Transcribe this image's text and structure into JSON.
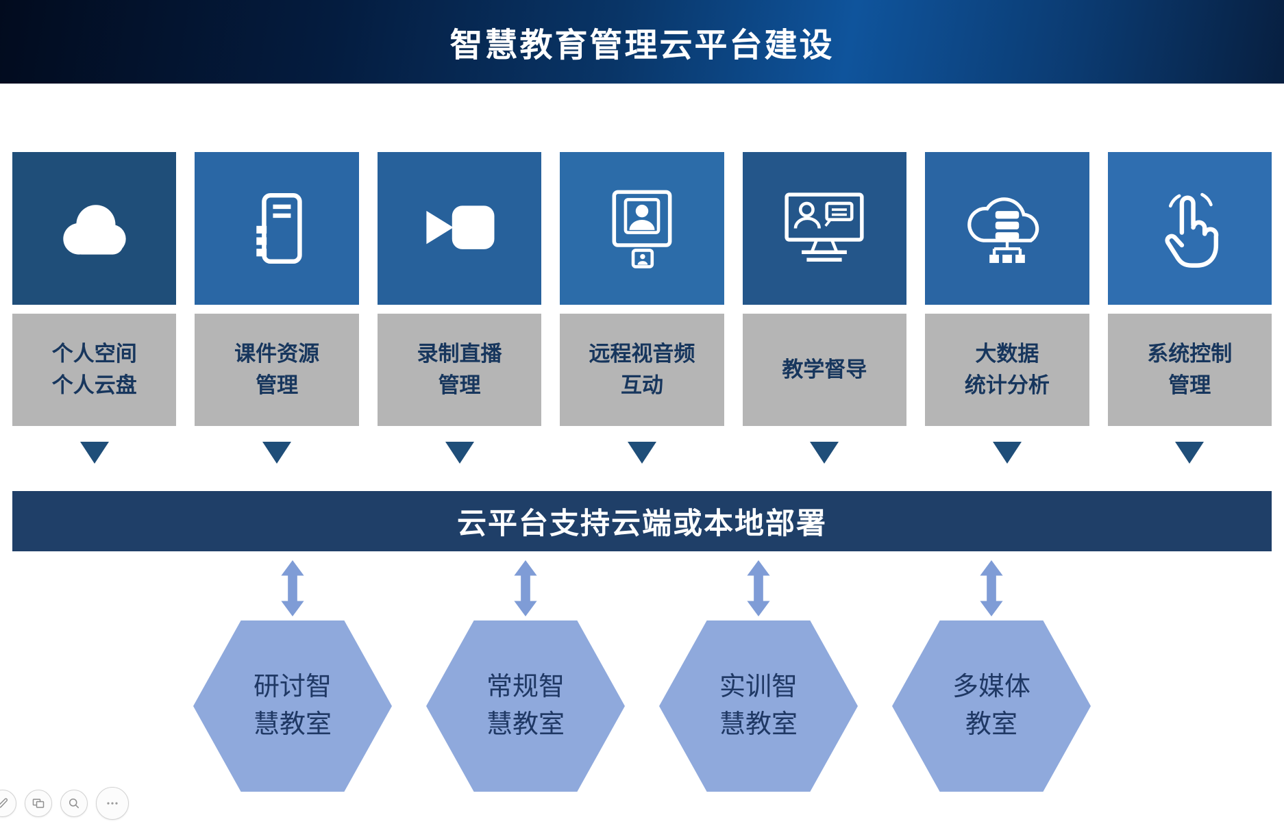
{
  "title": "智慧教育管理云平台建设",
  "colors": {
    "label_box_bg": "#b5b5b5",
    "label_text": "#17365d",
    "arrow_down": "#1f4e79",
    "deploy_bar_bg": "#1f3f68",
    "deploy_bar_text": "#ffffff",
    "double_arrow": "#7f9cd6",
    "hexagon_bg": "#8fa9dc",
    "hexagon_text": "#1f3864"
  },
  "modules": [
    {
      "icon": "cloud-icon",
      "label": "个人空间\n个人云盘",
      "color": "#1f4e79"
    },
    {
      "icon": "courseware-tower-icon",
      "label": "课件资源\n管理",
      "color": "#2a67a5"
    },
    {
      "icon": "video-camera-icon",
      "label": "录制直播\n管理",
      "color": "#27619b"
    },
    {
      "icon": "video-call-icon",
      "label": "远程视音频\n互动",
      "color": "#2c6ca9"
    },
    {
      "icon": "teaching-supervision-icon",
      "label": "教学督导",
      "color": "#24568a"
    },
    {
      "icon": "big-data-icon",
      "label": "大数据\n统计分析",
      "color": "#2a65a3"
    },
    {
      "icon": "touch-hand-icon",
      "label": "系统控制\n管理",
      "color": "#2f6eb0"
    }
  ],
  "deploy_bar": {
    "label": "云平台支持云端或本地部署"
  },
  "classrooms": [
    {
      "label": "研讨智\n慧教室"
    },
    {
      "label": "常规智\n慧教室"
    },
    {
      "label": "实训智\n慧教室"
    },
    {
      "label": "多媒体\n教室"
    }
  ],
  "toolbar": {
    "icons": [
      "pen-icon",
      "slides-panel-icon",
      "magnifier-icon",
      "more-icon"
    ]
  }
}
